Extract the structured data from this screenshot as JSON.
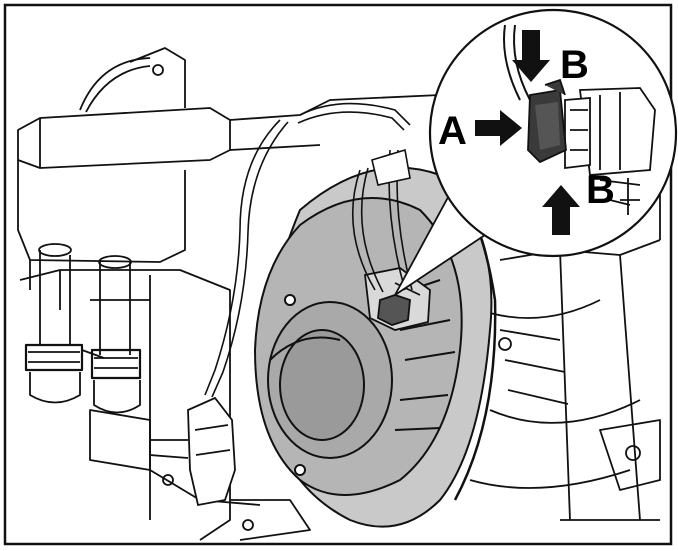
{
  "diagram": {
    "callouts": {
      "a": "A",
      "b_top": "B",
      "b_bottom": "B"
    },
    "colors": {
      "line": "#111111",
      "motor_fill": "#bdbdbd",
      "motor_dark": "#8f8f8f",
      "background": "#ffffff"
    }
  }
}
